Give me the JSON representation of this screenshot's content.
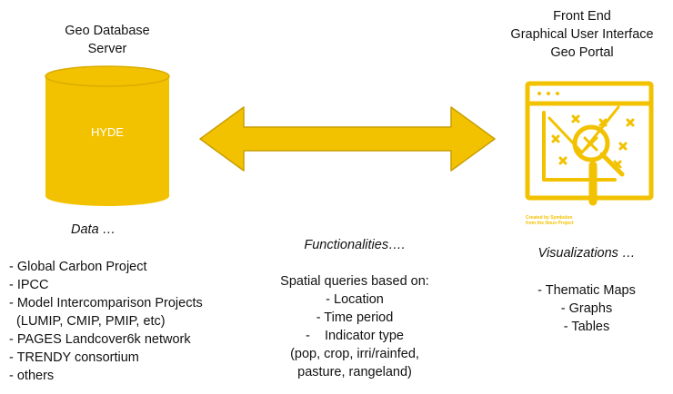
{
  "colors": {
    "accent": "#F2C200",
    "accent_dark": "#C99E00",
    "text": "#111111",
    "white": "#ffffff"
  },
  "left": {
    "title_line1": "Geo Database",
    "title_line2": "Server",
    "cylinder_label": "HYDE",
    "section_heading": "Data …",
    "items": [
      "- Global Carbon Project",
      "- IPCC",
      "- Model Intercomparison Projects",
      "  (LUMIP, CMIP, PMIP, etc)",
      "- PAGES Landcover6k network",
      "- TRENDY consortium",
      "- others"
    ]
  },
  "middle": {
    "arrow_icon": "double-arrow-icon",
    "section_heading": "Functionalities….",
    "subheading": "Spatial queries based on:",
    "items": [
      "- Location",
      "- Time period",
      "-    Indicator type",
      "(pop, crop, irri/rainfed,",
      "pasture, rangeland)"
    ]
  },
  "right": {
    "title_line1": "Front End",
    "title_line2": "Graphical User Interface",
    "title_line3": "Geo Portal",
    "portal_icon": "browser-magnifier-icon",
    "credit_line1": "Created by Symbolon",
    "credit_line2": "from the Noun Project",
    "section_heading": "Visualizations …",
    "items": [
      "- Thematic Maps",
      "- Graphs",
      "- Tables"
    ]
  }
}
